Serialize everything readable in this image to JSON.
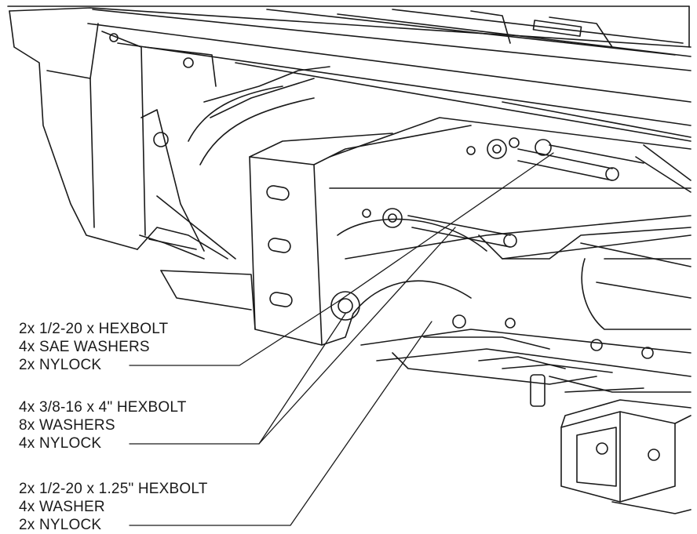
{
  "callouts": [
    {
      "lines": [
        "2x 1/2-20 x HEXBOLT",
        "4x SAE WASHERS",
        "2x NYLOCK"
      ]
    },
    {
      "lines": [
        "4x 3/8-16 x 4\" HEXBOLT",
        "8x WASHERS",
        "4x NYLOCK"
      ]
    },
    {
      "lines": [
        "2x 1/2-20 x 1.25\" HEXBOLT",
        "4x WASHER",
        "2x NYLOCK"
      ]
    }
  ],
  "colors": {
    "line": "#1a1a1a",
    "background": "#ffffff"
  }
}
